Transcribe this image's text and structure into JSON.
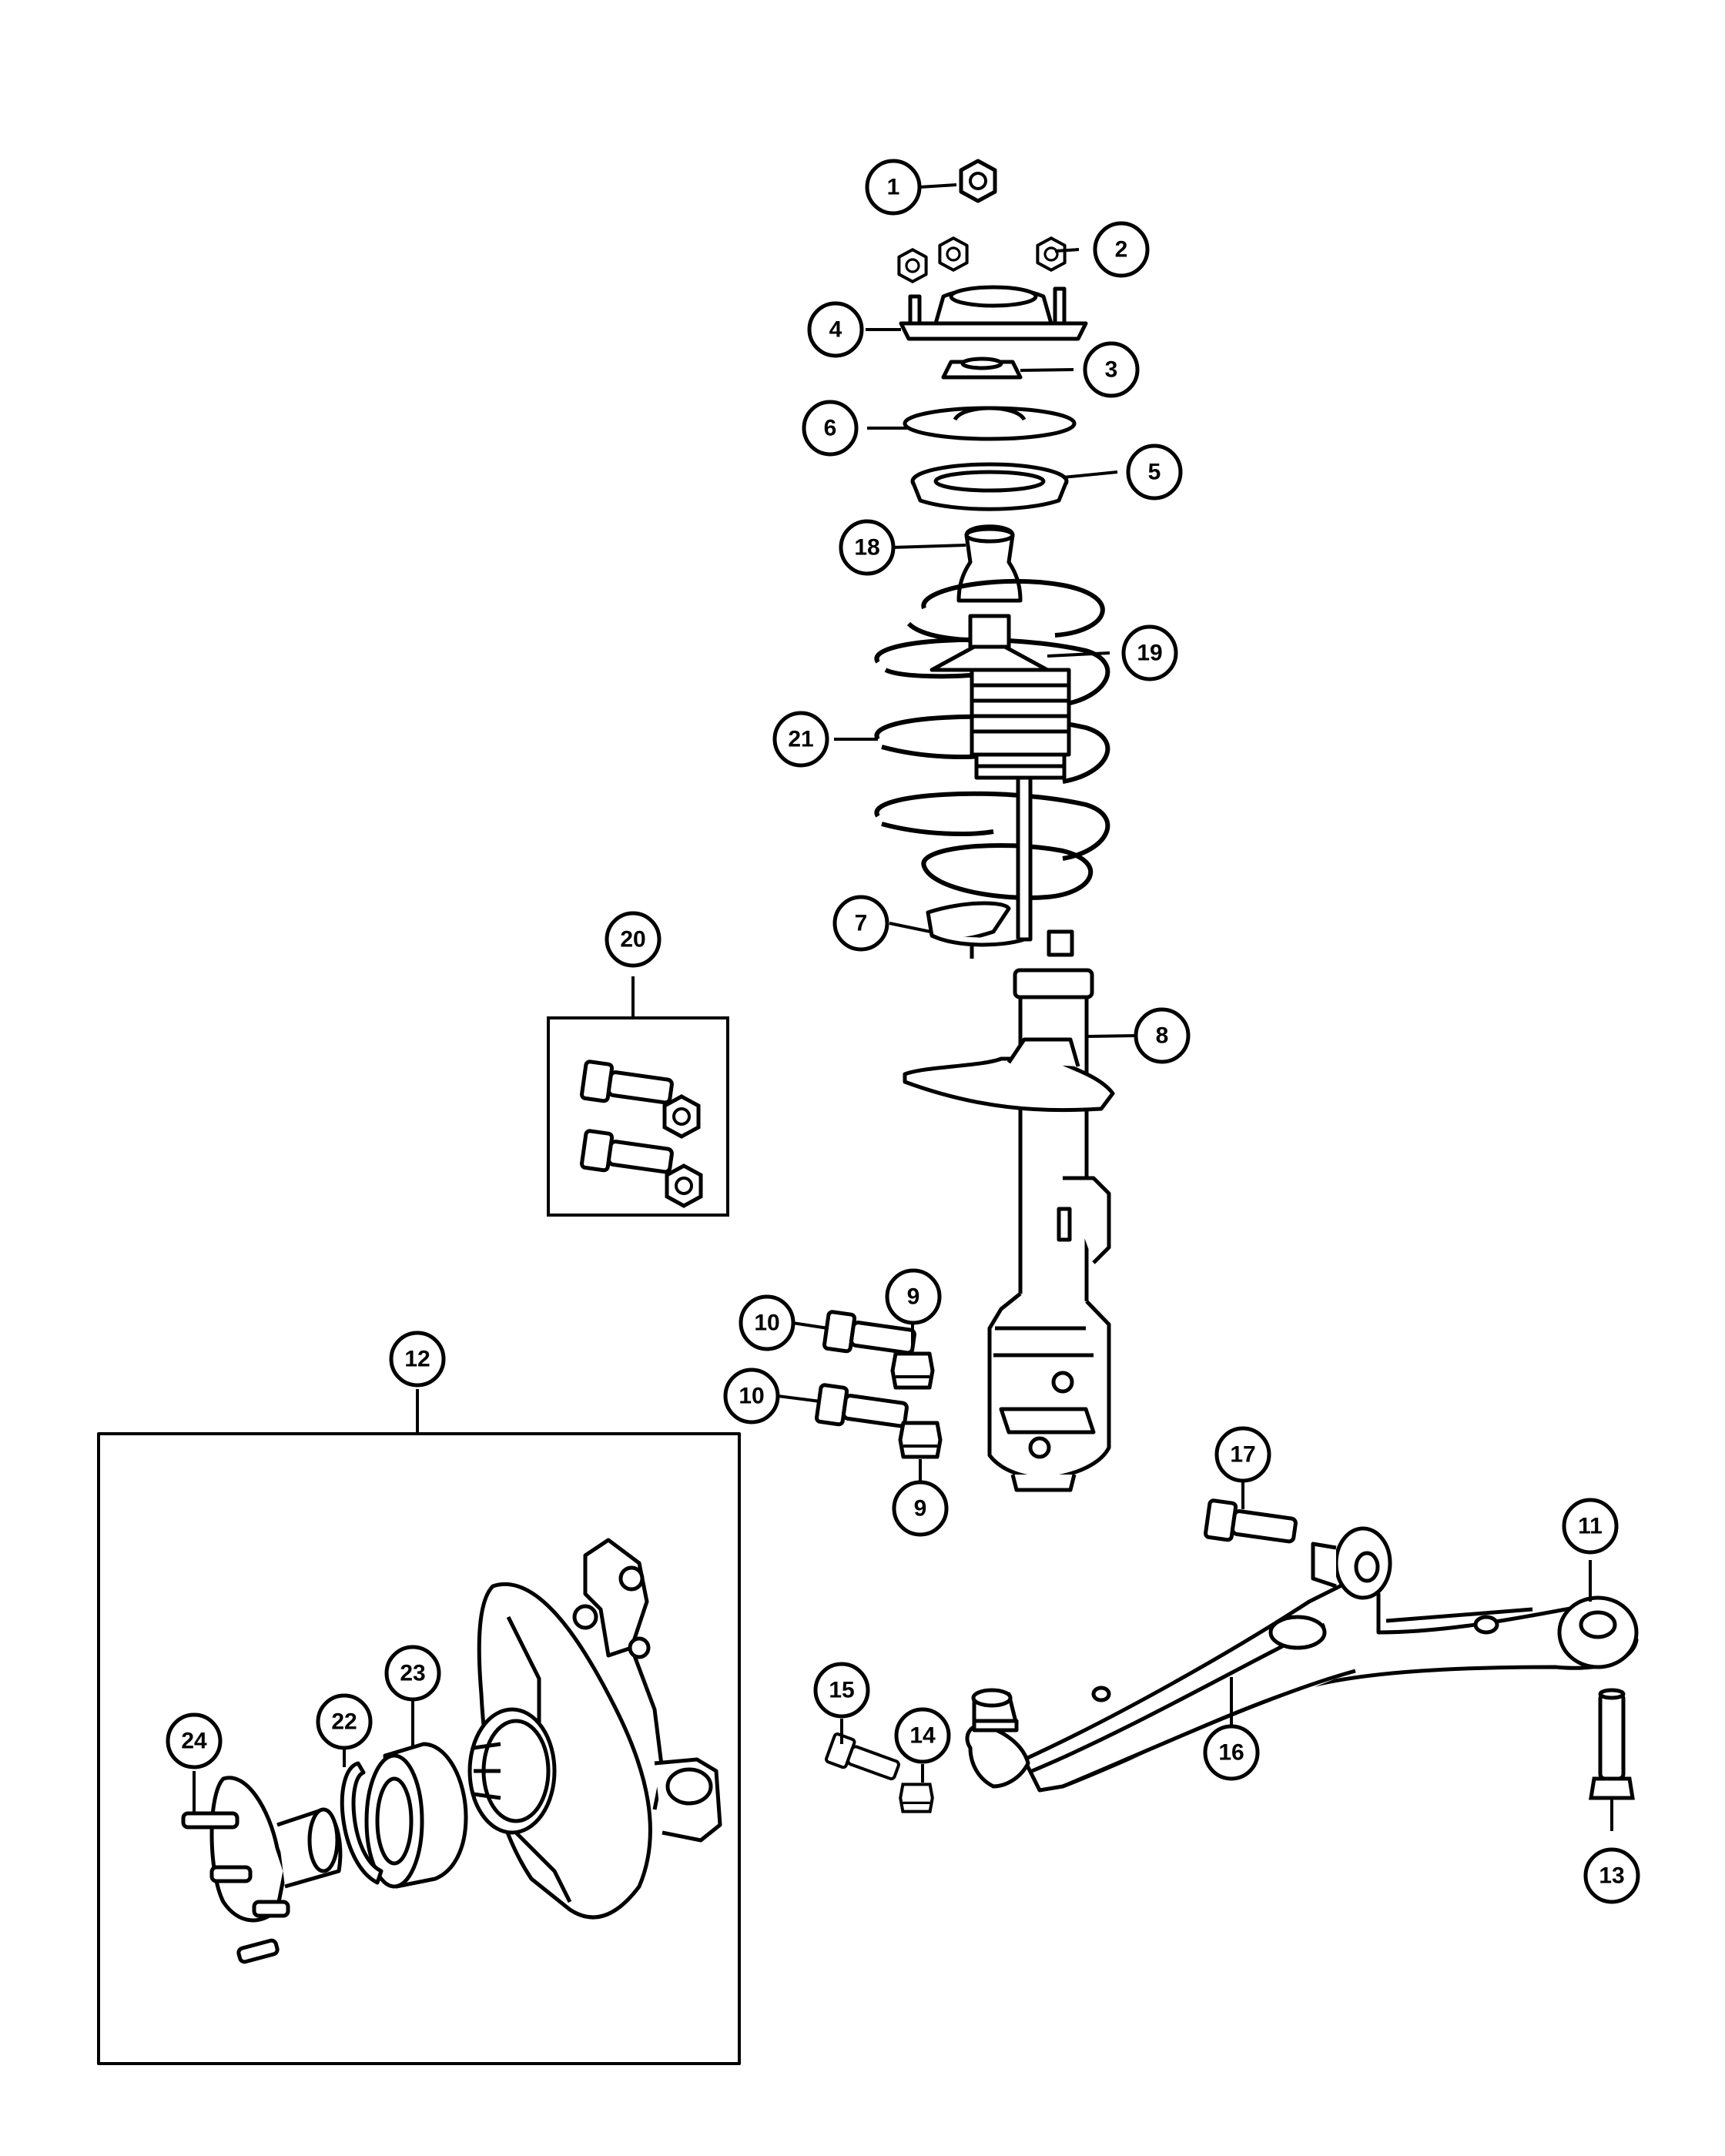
{
  "callouts": [
    "1",
    "2",
    "3",
    "4",
    "5",
    "6",
    "7",
    "8",
    "9",
    "9",
    "10",
    "10",
    "11",
    "12",
    "13",
    "14",
    "15",
    "16",
    "17",
    "18",
    "19",
    "20",
    "21",
    "22",
    "23",
    "24"
  ],
  "colors": {
    "line": "#000000",
    "background": "#ffffff"
  }
}
